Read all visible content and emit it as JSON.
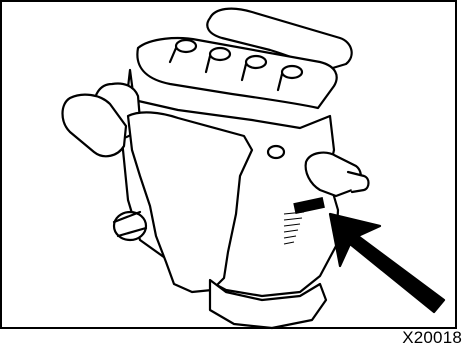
{
  "figure": {
    "code": "X20018",
    "colors": {
      "ink": "#000000",
      "paper": "#ffffff"
    },
    "icons": [
      "engine-diagram",
      "pointer-arrow",
      "serial-number-plate"
    ]
  }
}
